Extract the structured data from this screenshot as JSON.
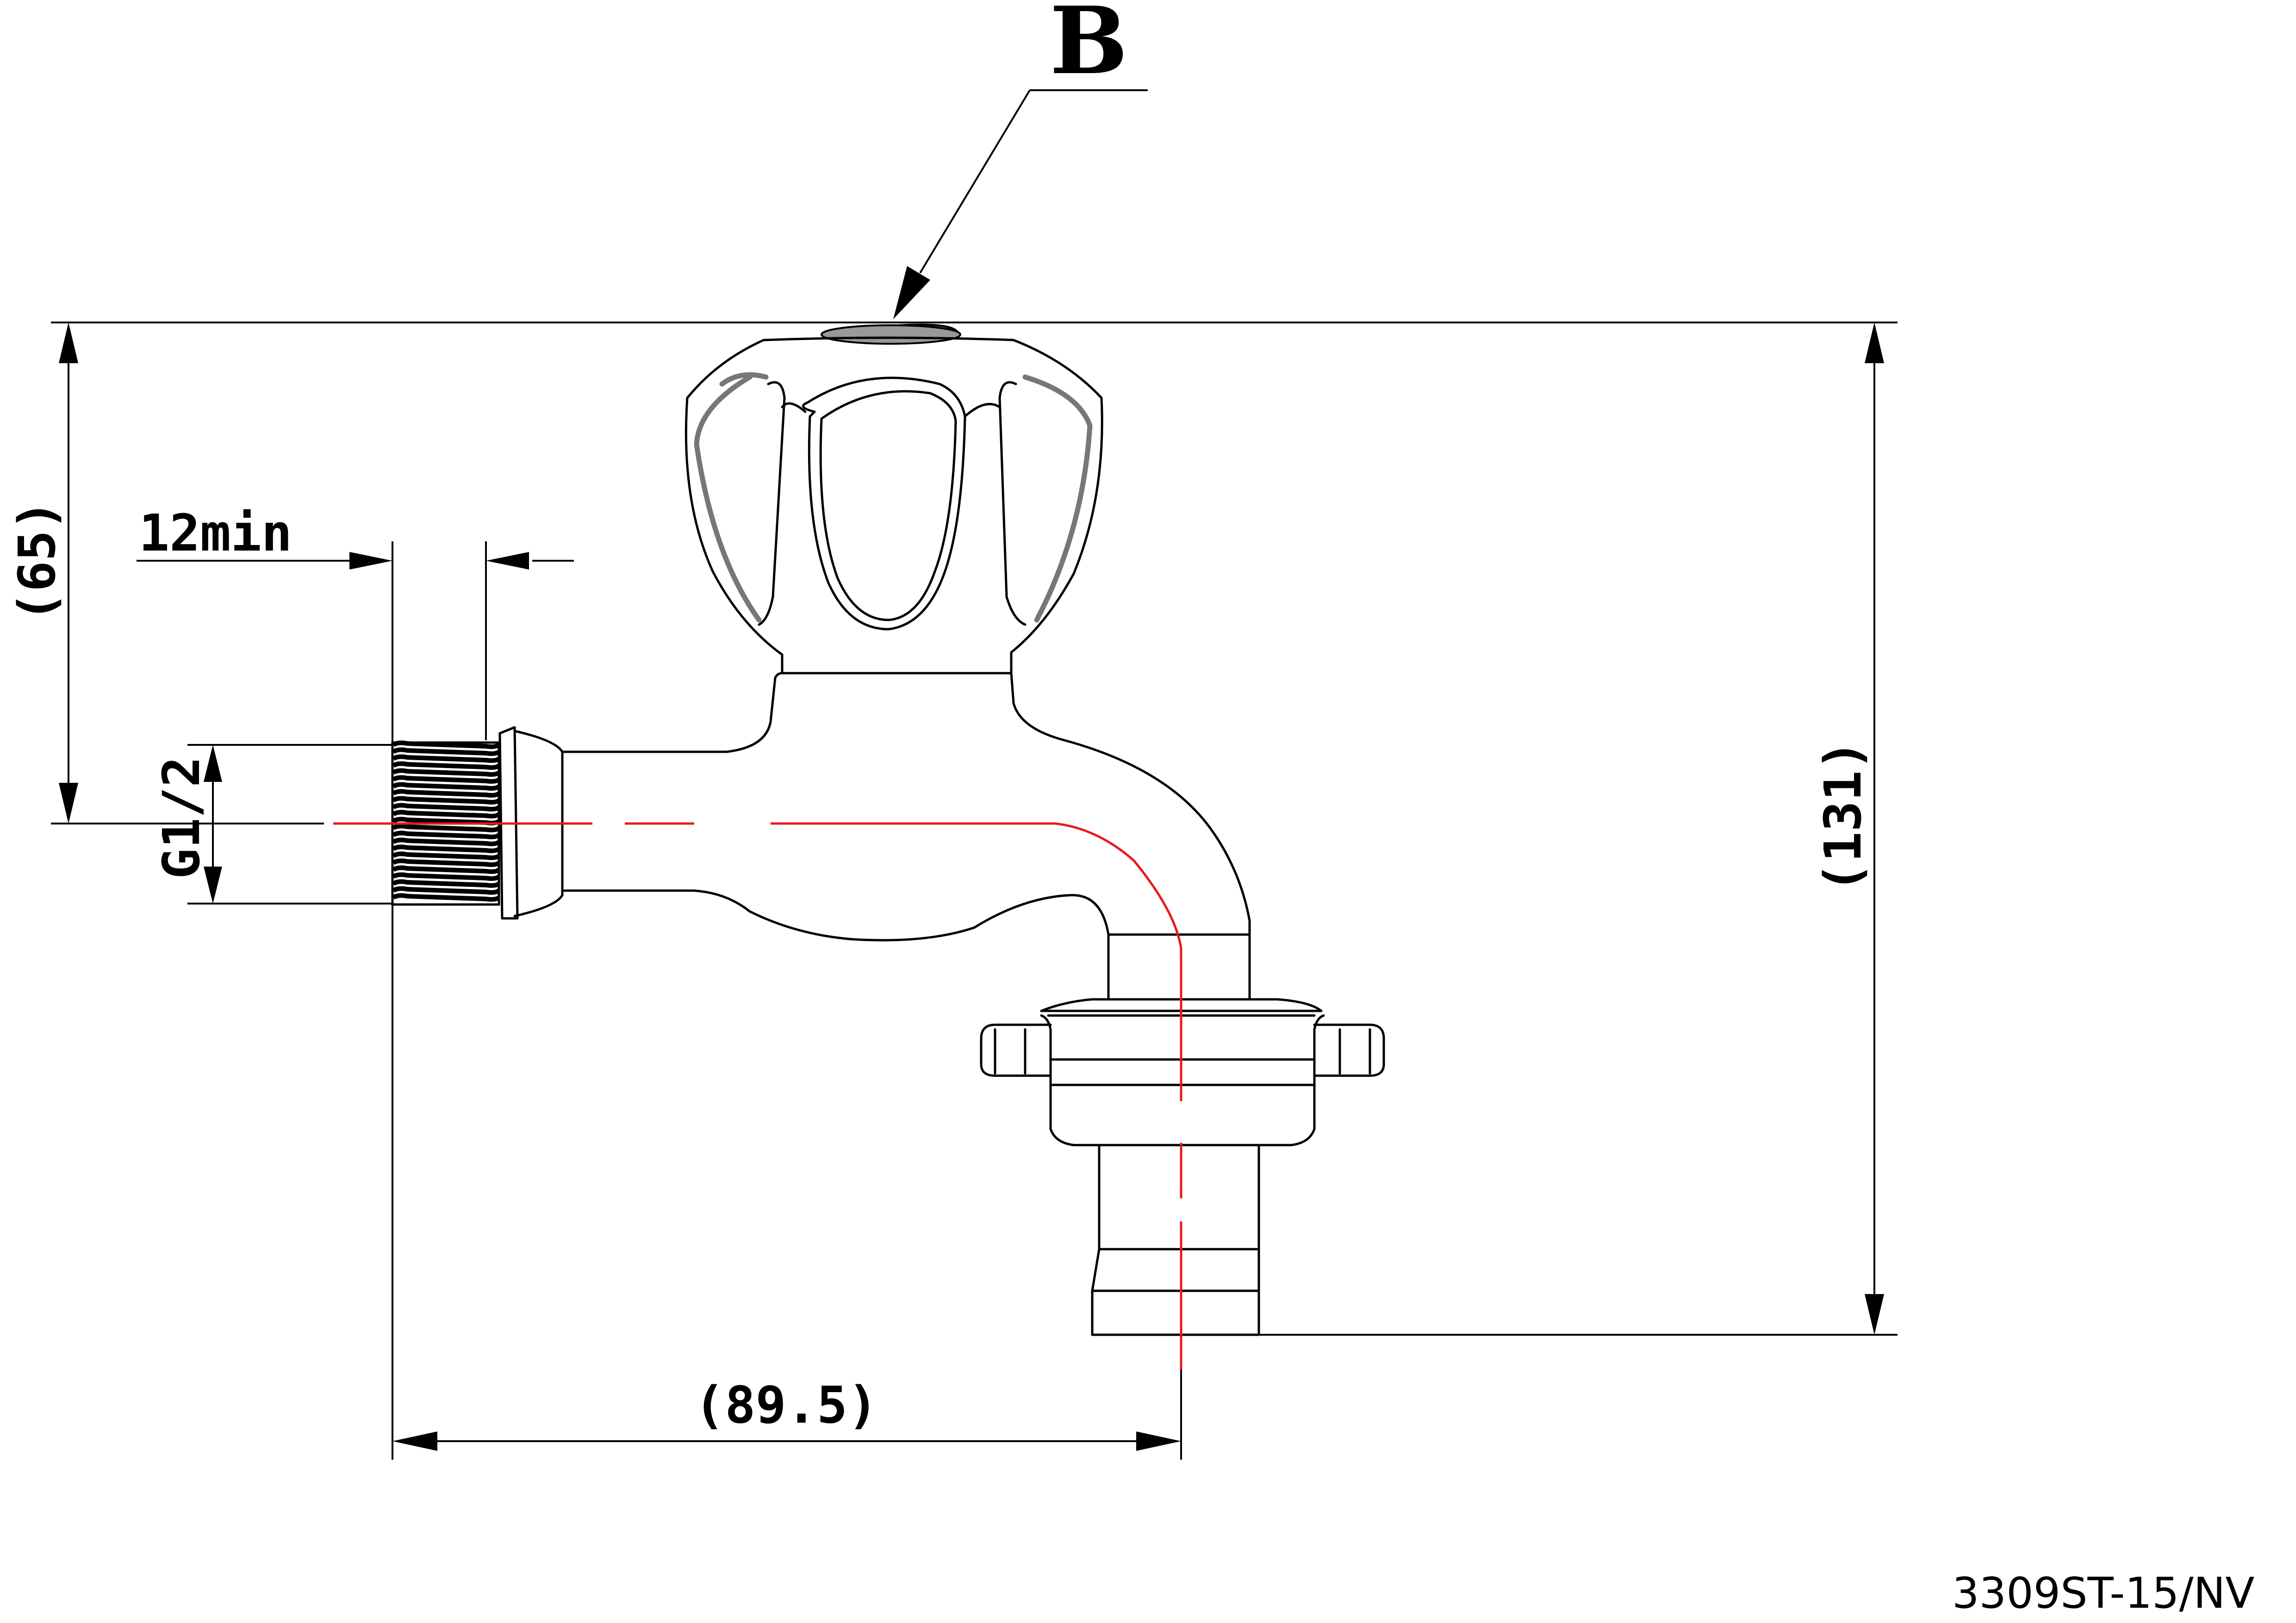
{
  "drawing": {
    "detail_label": "B",
    "model_code": "3309ST-15/NV"
  },
  "dimensions": {
    "height_handle_to_inlet": "(65)",
    "total_height": "(131)",
    "thread_length": "12min",
    "thread_size": "G1/2",
    "spout_reach": "(89.5)"
  }
}
